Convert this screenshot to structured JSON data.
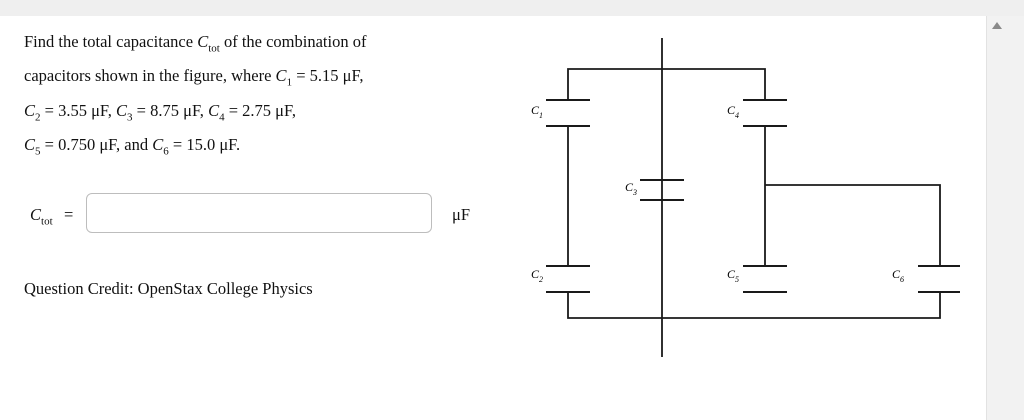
{
  "question": {
    "line1_prefix": "Find the total capacitance ",
    "ctot_symbol": "C",
    "ctot_sub": "tot",
    "line1_suffix": " of the combination of",
    "line2": "capacitors shown in the figure, where ",
    "line3": "",
    "c1": {
      "sym": "C",
      "sub": "1",
      "value": "5.15 μF,"
    },
    "c2": {
      "sym": "C",
      "sub": "2",
      "value": "3.55 μF,"
    },
    "c3": {
      "sym": "C",
      "sub": "3",
      "value": "8.75 μF,"
    },
    "c4": {
      "sym": "C",
      "sub": "4",
      "value": "2.75 μF,"
    },
    "c5": {
      "sym": "C",
      "sub": "5",
      "value": "0.750 μF,"
    },
    "and": "and",
    "c6": {
      "sym": "C",
      "sub": "6",
      "value": "15.0 μF."
    }
  },
  "answer": {
    "label_sym": "C",
    "label_sub": "tot",
    "equals": "=",
    "value": "",
    "unit": "μF"
  },
  "credit": "Question Credit: OpenStax College Physics",
  "circuit": {
    "labels": [
      {
        "sym": "C",
        "sub": "1"
      },
      {
        "sym": "C",
        "sub": "2"
      },
      {
        "sym": "C",
        "sub": "3"
      },
      {
        "sym": "C",
        "sub": "4"
      },
      {
        "sym": "C",
        "sub": "5"
      },
      {
        "sym": "C",
        "sub": "6"
      }
    ]
  },
  "colors": {
    "wire": "#1a1a1a",
    "input_border": "#bdbdbd",
    "background": "#efefef"
  }
}
